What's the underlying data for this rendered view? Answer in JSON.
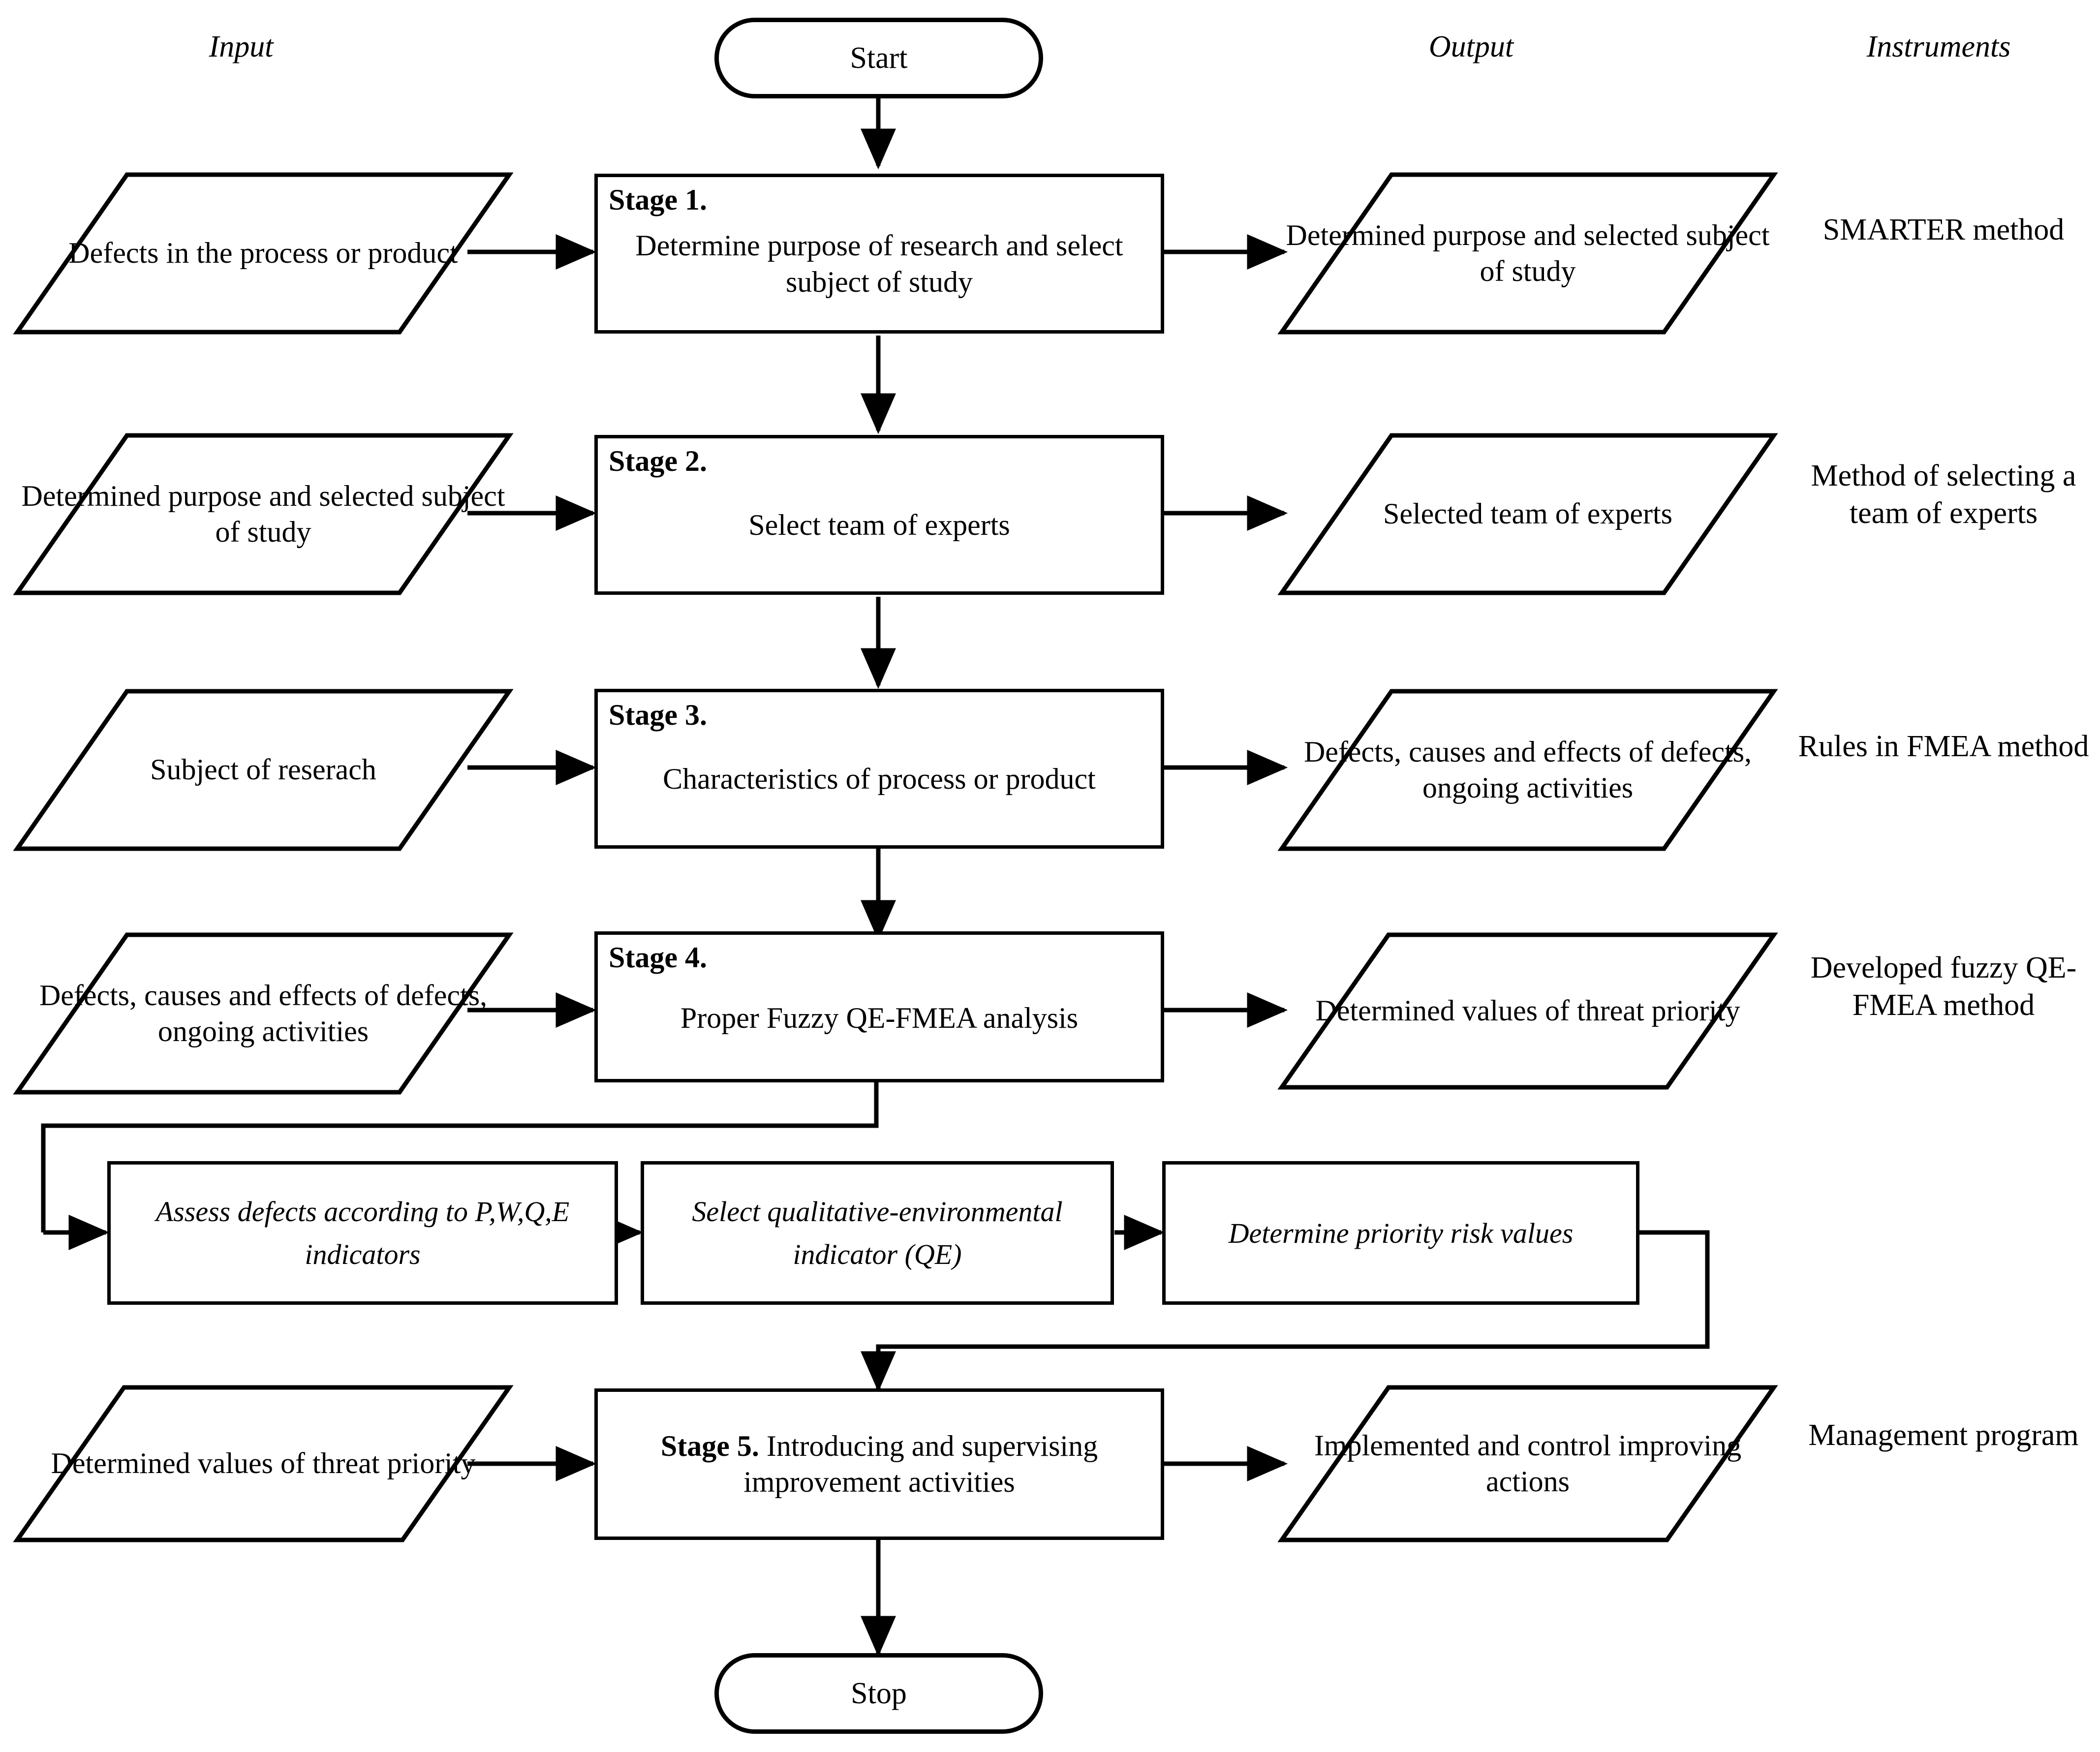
{
  "columns": {
    "input": "Input",
    "output": "Output",
    "instruments": "Instruments"
  },
  "terminators": {
    "start": "Start",
    "stop": "Stop"
  },
  "stages": [
    {
      "label": "Stage 1",
      "label_suffix": ".",
      "text": "Determine purpose of research and select subject of study",
      "input": "Defects in the process or product",
      "output": "Determined purpose and selected subject of study",
      "instrument": "SMARTER method"
    },
    {
      "label": "Stage 2",
      "label_suffix": ".",
      "text": "Select team of experts",
      "input": "Determined purpose and selected subject of study",
      "output": "Selected team of experts",
      "instrument": "Method of selecting a team of experts"
    },
    {
      "label": "Stage 3",
      "label_suffix": ".",
      "text": "Characteristics of process or product",
      "input": "Subject of reserach",
      "output": "Defects, causes and effects of defects, ongoing activities",
      "instrument": "Rules in FMEA method"
    },
    {
      "label": "Stage 4",
      "label_suffix": ".",
      "text": "Proper Fuzzy QE-FMEA analysis",
      "input": "Defects, causes and effects of defects, ongoing activities",
      "output": "Determined values of threat priority",
      "instrument": "Developed fuzzy QE-FMEA method"
    },
    {
      "label": "Stage 5",
      "label_suffix": ".",
      "text": "Introducing and supervising improvement activities",
      "input": "Determined values of threat priority",
      "output": "Implemented and control improving actions",
      "instrument": "Management program"
    }
  ],
  "subprocess": [
    "Assess defects according to P,W,Q,E indicators",
    "Select qualitative-environmental indicator (QE)",
    "Determine priority risk values"
  ],
  "colors": {
    "stroke": "#000000",
    "background": "#ffffff"
  }
}
